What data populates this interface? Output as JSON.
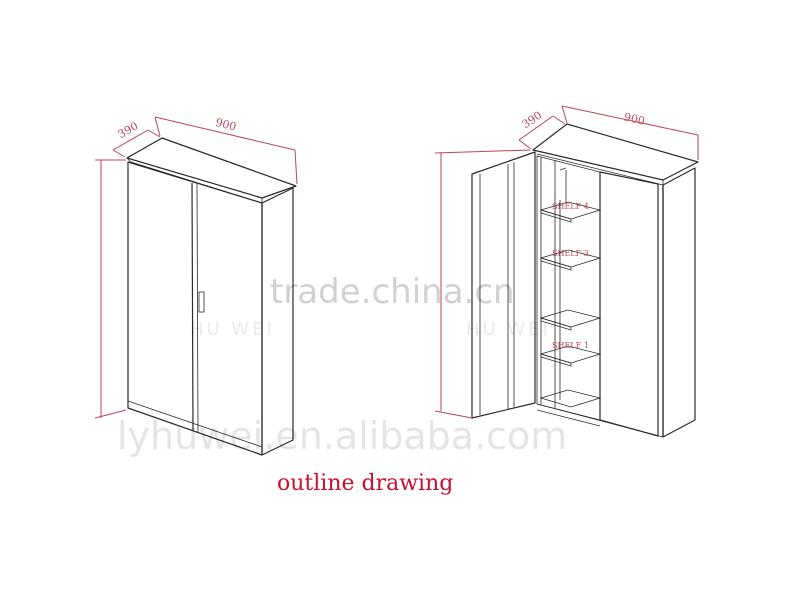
{
  "dimensions": {
    "closed": {
      "depth": "390",
      "width": "900"
    },
    "open": {
      "depth": "390",
      "width": "900"
    }
  },
  "shelves": {
    "shelf4": "SHELF 4",
    "shelf3": "SHELF 3",
    "shelf1": "SHELF 1"
  },
  "caption": "outline drawing",
  "watermarks": {
    "center": "trade.china.cn",
    "bottom": "lyhuwei.en.alibaba.com",
    "brand": "HU WEI"
  },
  "colors": {
    "dimension": "#b8465a",
    "caption": "#c8102e",
    "outline": "#2b2b2b"
  }
}
